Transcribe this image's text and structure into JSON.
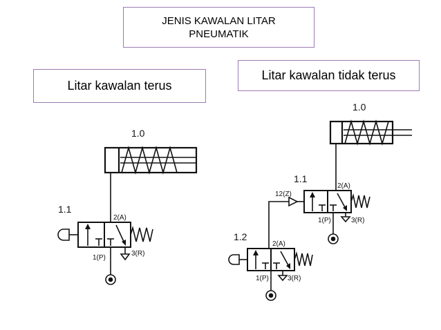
{
  "title": {
    "line1": "JENIS KAWALAN LITAR",
    "line2": "PNEUMATIK"
  },
  "left_heading": "Litar kawalan terus",
  "right_heading": "Litar kawalan tidak terus",
  "left_circuit": {
    "cylinder_label": "1.0",
    "valve_label": "1.1",
    "port_a": "2(A)",
    "port_p": "1(P)",
    "port_r": "3(R)"
  },
  "right_circuit": {
    "cylinder_label": "1.0",
    "pilot_valve_label": "1.1",
    "pilot_port": "12(Z)",
    "pilot_port_a": "2(A)",
    "pilot_port_p": "1(P)",
    "pilot_port_r": "3(R)",
    "control_valve_label": "1.2",
    "control_port_a": "2(A)",
    "control_port_p": "1(P)",
    "control_port_r": "3(R)"
  }
}
